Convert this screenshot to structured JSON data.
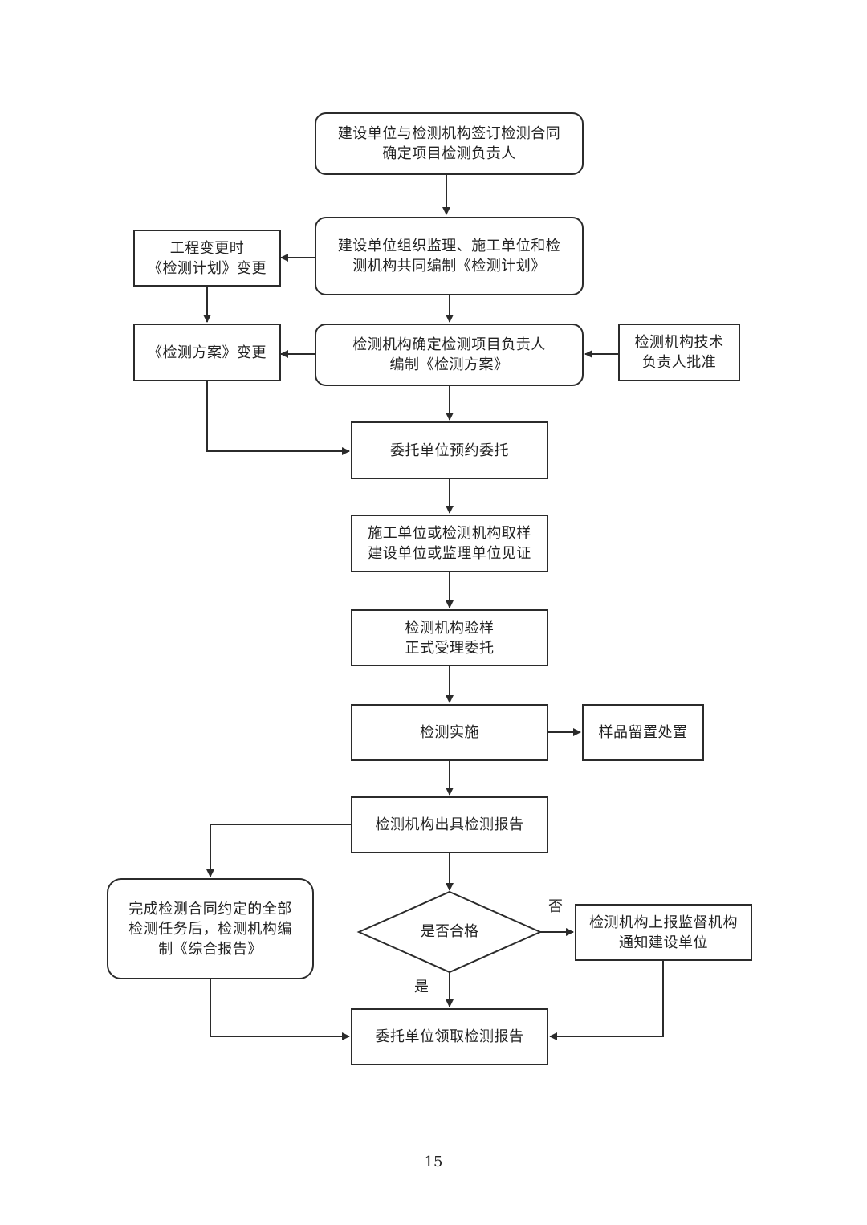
{
  "nodes": {
    "n1": {
      "lines": [
        "建设单位与检测机构签订检测合同",
        "确定项目检测负责人"
      ]
    },
    "n2": {
      "lines": [
        "建设单位组织监理、施工单位和检",
        "测机构共同编制《检测计划》"
      ]
    },
    "n_plan_change": {
      "lines": [
        "工程变更时",
        "《检测计划》变更"
      ]
    },
    "n3": {
      "lines": [
        "检测机构确定检测项目负责人",
        "编制《检测方案》"
      ]
    },
    "n_scheme_change": {
      "lines": [
        "《检测方案》变更"
      ]
    },
    "n_tech_approve": {
      "lines": [
        "检测机构技术",
        "负责人批准"
      ]
    },
    "n4": {
      "lines": [
        "委托单位预约委托"
      ]
    },
    "n5": {
      "lines": [
        "施工单位或检测机构取样",
        "建设单位或监理单位见证"
      ]
    },
    "n6": {
      "lines": [
        "检测机构验样",
        "正式受理委托"
      ]
    },
    "n7": {
      "lines": [
        "检测实施"
      ]
    },
    "n_sample": {
      "lines": [
        "样品留置处置"
      ]
    },
    "n8": {
      "lines": [
        "检测机构出具检测报告"
      ]
    },
    "n_summary": {
      "lines": [
        "完成检测合同约定的全部",
        "检测任务后，检测机构编",
        "制《综合报告》"
      ]
    },
    "decision": {
      "lines": [
        "是否合格"
      ]
    },
    "n_report_sup": {
      "lines": [
        "检测机构上报监督机构",
        "通知建设单位"
      ]
    },
    "n9": {
      "lines": [
        "委托单位领取检测报告"
      ]
    }
  },
  "edge_labels": {
    "no": "否",
    "yes": "是"
  },
  "page_number": "15",
  "colors": {
    "stroke": "#2b2b2b",
    "text": "#222222",
    "background": "#ffffff"
  }
}
